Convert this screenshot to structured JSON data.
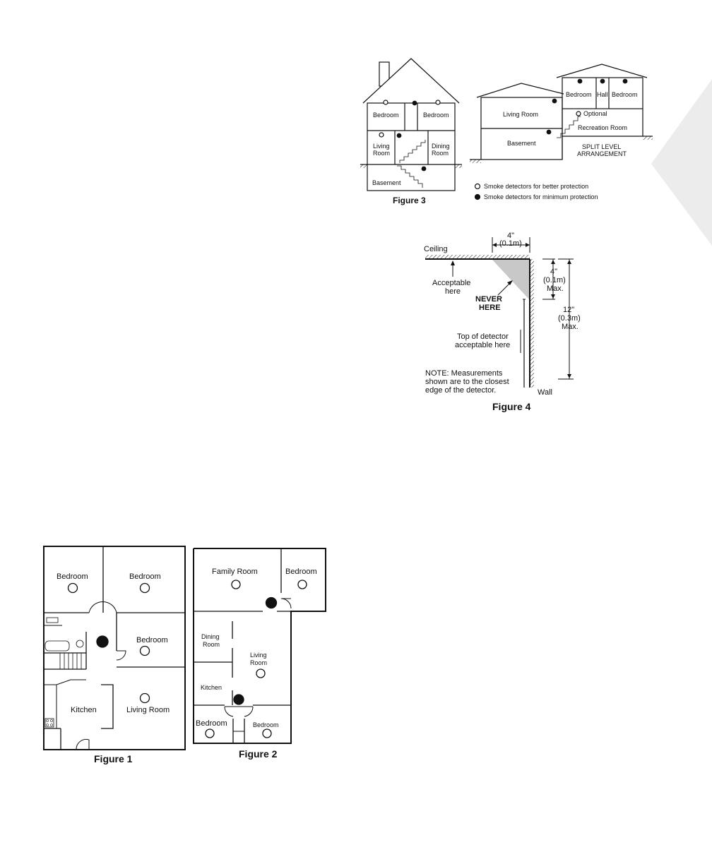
{
  "figure3": {
    "caption": "Figure 3",
    "rooms": {
      "bedroom_left": "Bedroom",
      "bedroom_right": "Bedroom",
      "living_line1": "Living",
      "living_line2": "Room",
      "dining_line1": "Dining",
      "dining_line2": "Room",
      "basement": "Basement",
      "split_living": "Living Room",
      "split_basement": "Basement",
      "split_bedroom_left": "Bedroom",
      "split_hall": "Hall",
      "split_bedroom_right": "Bedroom",
      "split_optional": "Optional",
      "split_recreation": "Recreation Room",
      "split_title_line1": "SPLIT LEVEL",
      "split_title_line2": "ARRANGEMENT"
    },
    "legend": {
      "better": "Smoke detectors for better protection",
      "minimum": "Smoke detectors for minimum protection"
    }
  },
  "figure4": {
    "caption": "Figure 4",
    "ceiling": "Ceiling",
    "wall": "Wall",
    "acceptable_line1": "Acceptable",
    "acceptable_line2": "here",
    "never_line1": "NEVER",
    "never_line2": "HERE",
    "top_dim_line1": "4\"",
    "top_dim_line2": "(0.1m)",
    "side_dim_line1": "4\"",
    "side_dim_line2": "(0.1m)",
    "side_dim_line3": "Max.",
    "long_dim_line1": "12\"",
    "long_dim_line2": "(0.3m)",
    "long_dim_line3": "Max.",
    "top_detector_line1": "Top of detector",
    "top_detector_line2": "acceptable here",
    "note_line1": "NOTE: Measurements",
    "note_line2": "shown are to the closest",
    "note_line3": "edge of the detector."
  },
  "figure1": {
    "caption": "Figure 1",
    "bedroom_1": "Bedroom",
    "bedroom_2": "Bedroom",
    "bedroom_3": "Bedroom",
    "kitchen": "Kitchen",
    "living": "Living Room"
  },
  "figure2": {
    "caption": "Figure 2",
    "family": "Family Room",
    "bedroom_top": "Bedroom",
    "dining_line1": "Dining",
    "dining_line2": "Room",
    "living_line1": "Living",
    "living_line2": "Room",
    "kitchen": "Kitchen",
    "bedroom_bl": "Bedroom",
    "bedroom_br": "Bedroom"
  },
  "colors": {
    "ink": "#111111",
    "shade": "#c8c8c8",
    "tab": "#ececec"
  }
}
